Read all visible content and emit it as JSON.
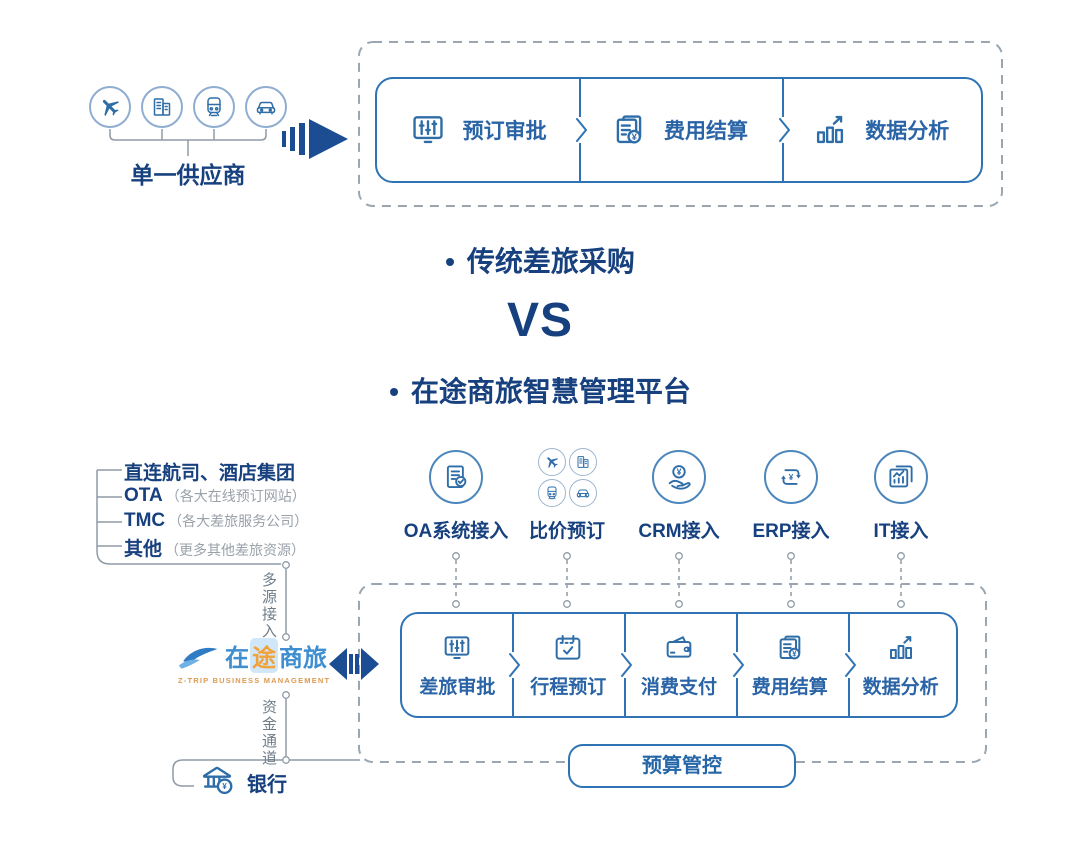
{
  "colors": {
    "navy": "#17407f",
    "box_blue": "#2e74b5",
    "label_blue": "#2a64a6",
    "icon_blue": "#2e6da8",
    "line_gray": "#8f9aa6",
    "logo_blue": "#3e8ed0",
    "logo_orange": "#f0a23c"
  },
  "glyphs": {
    "yen": "¥"
  },
  "traditional": {
    "suppliers": {
      "icons": [
        "plane-icon",
        "hotel-icon",
        "train-icon",
        "car-icon"
      ],
      "label": "单一供应商"
    },
    "arrow_icon": "striped-right-arrow-icon",
    "flow": [
      {
        "icon": "booking-approval-sliders-icon",
        "label": "预订审批"
      },
      {
        "icon": "expense-settlement-doc-icon",
        "label": "费用结算"
      },
      {
        "icon": "data-analysis-chart-icon",
        "label": "数据分析"
      }
    ]
  },
  "versus": {
    "bullet": "•",
    "traditional_title": "传统差旅采购",
    "vs": "VS",
    "platform_title": "在途商旅智慧管理平台"
  },
  "platform": {
    "sources": [
      {
        "name": "直连航司、酒店集团",
        "note": ""
      },
      {
        "name": "OTA",
        "note": "（各大在线预订网站）"
      },
      {
        "name": "TMC",
        "note": "（各大差旅服务公司）"
      },
      {
        "name": "其他",
        "note": "（更多其他差旅资源）"
      }
    ],
    "channel_in": "多源接入",
    "channel_out": "资金通道",
    "logo": {
      "part1": "在",
      "part2": "途",
      "part3": "商旅",
      "tagline": "Z-TRIP BUSINESS MANAGEMENT",
      "mark_icon": "swoosh-bird-icon"
    },
    "link_icon": "double-headed-arrow-icon",
    "integrations": [
      {
        "icon": "oa-doc-check-icon",
        "label": "OA系统接入"
      },
      {
        "icon": "compare-booking-grid-icon",
        "label": "比价预订"
      },
      {
        "icon": "crm-hand-coin-icon",
        "label": "CRM接入"
      },
      {
        "icon": "erp-cycle-yen-icon",
        "label": "ERP接入"
      },
      {
        "icon": "it-chart-stack-icon",
        "label": "IT接入"
      }
    ],
    "flow": [
      {
        "icon": "travel-approval-sliders-icon",
        "label": "差旅审批"
      },
      {
        "icon": "itinerary-calendar-check-icon",
        "label": "行程预订"
      },
      {
        "icon": "payment-wallet-icon",
        "label": "消费支付"
      },
      {
        "icon": "expense-settlement-doc-icon",
        "label": "费用结算"
      },
      {
        "icon": "data-analysis-chart-icon",
        "label": "数据分析"
      }
    ],
    "budget_label": "预算管控",
    "bank": {
      "icon": "bank-icon",
      "label": "银行"
    }
  }
}
